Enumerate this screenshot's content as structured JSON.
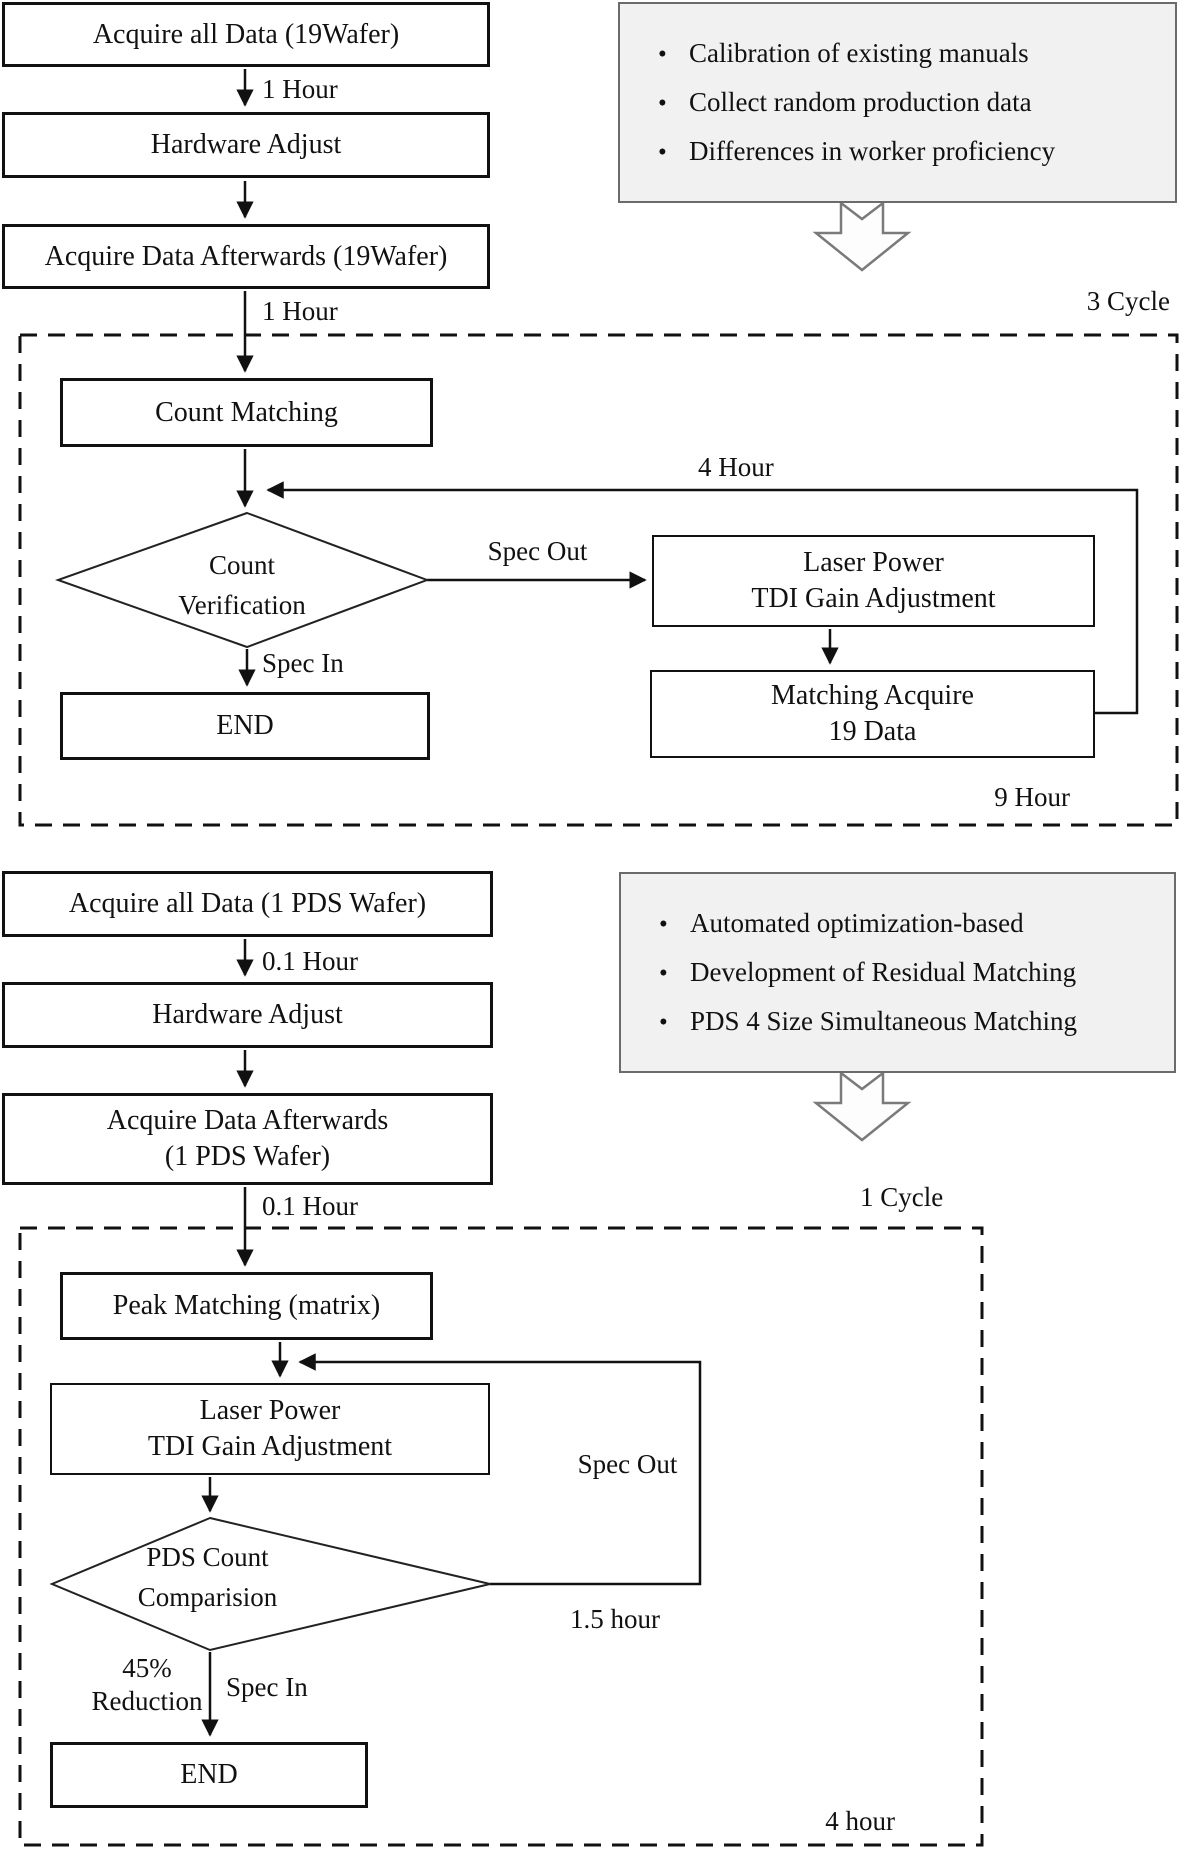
{
  "flow_top": {
    "box_acquire_all": "Acquire all Data (19Wafer)",
    "label_hour_1": "1 Hour",
    "box_hardware_adjust": "Hardware Adjust",
    "box_acquire_afterwards": "Acquire Data Afterwards (19Wafer)",
    "label_hour_2": "1 Hour",
    "callout_bullets": [
      "Calibration of existing manuals",
      "Collect random production data",
      "Differences in worker proficiency"
    ],
    "label_cycle": "3 Cycle",
    "box_count_matching": "Count Matching",
    "label_4hour": "4 Hour",
    "diamond_count_verification": [
      "Count",
      "Verification"
    ],
    "label_spec_out": "Spec Out",
    "label_spec_in": "Spec In",
    "box_laser_power": [
      "Laser Power",
      "TDI Gain Adjustment"
    ],
    "box_matching_acquire": [
      "Matching Acquire",
      "19 Data"
    ],
    "box_end": "END",
    "label_9hour": "9 Hour"
  },
  "flow_bottom": {
    "box_acquire_all": "Acquire all Data (1 PDS Wafer)",
    "label_hour_1": "0.1 Hour",
    "box_hardware_adjust": "Hardware Adjust",
    "box_acquire_afterwards": [
      "Acquire Data Afterwards",
      "(1 PDS Wafer)"
    ],
    "label_hour_2": "0.1 Hour",
    "callout_bullets": [
      "Automated optimization-based",
      "Development of Residual Matching",
      "PDS 4 Size Simultaneous Matching"
    ],
    "label_cycle": "1 Cycle",
    "box_peak_matching": "Peak Matching (matrix)",
    "box_laser_power": [
      "Laser Power",
      "TDI Gain Adjustment"
    ],
    "label_spec_out": "Spec Out",
    "diamond_pds_count": [
      "PDS Count",
      "Comparision"
    ],
    "label_15hour": "1.5 hour",
    "label_spec_in": "Spec In",
    "label_reduction": [
      "45%",
      "Reduction"
    ],
    "box_end": "END",
    "label_4hour": "4 hour"
  }
}
